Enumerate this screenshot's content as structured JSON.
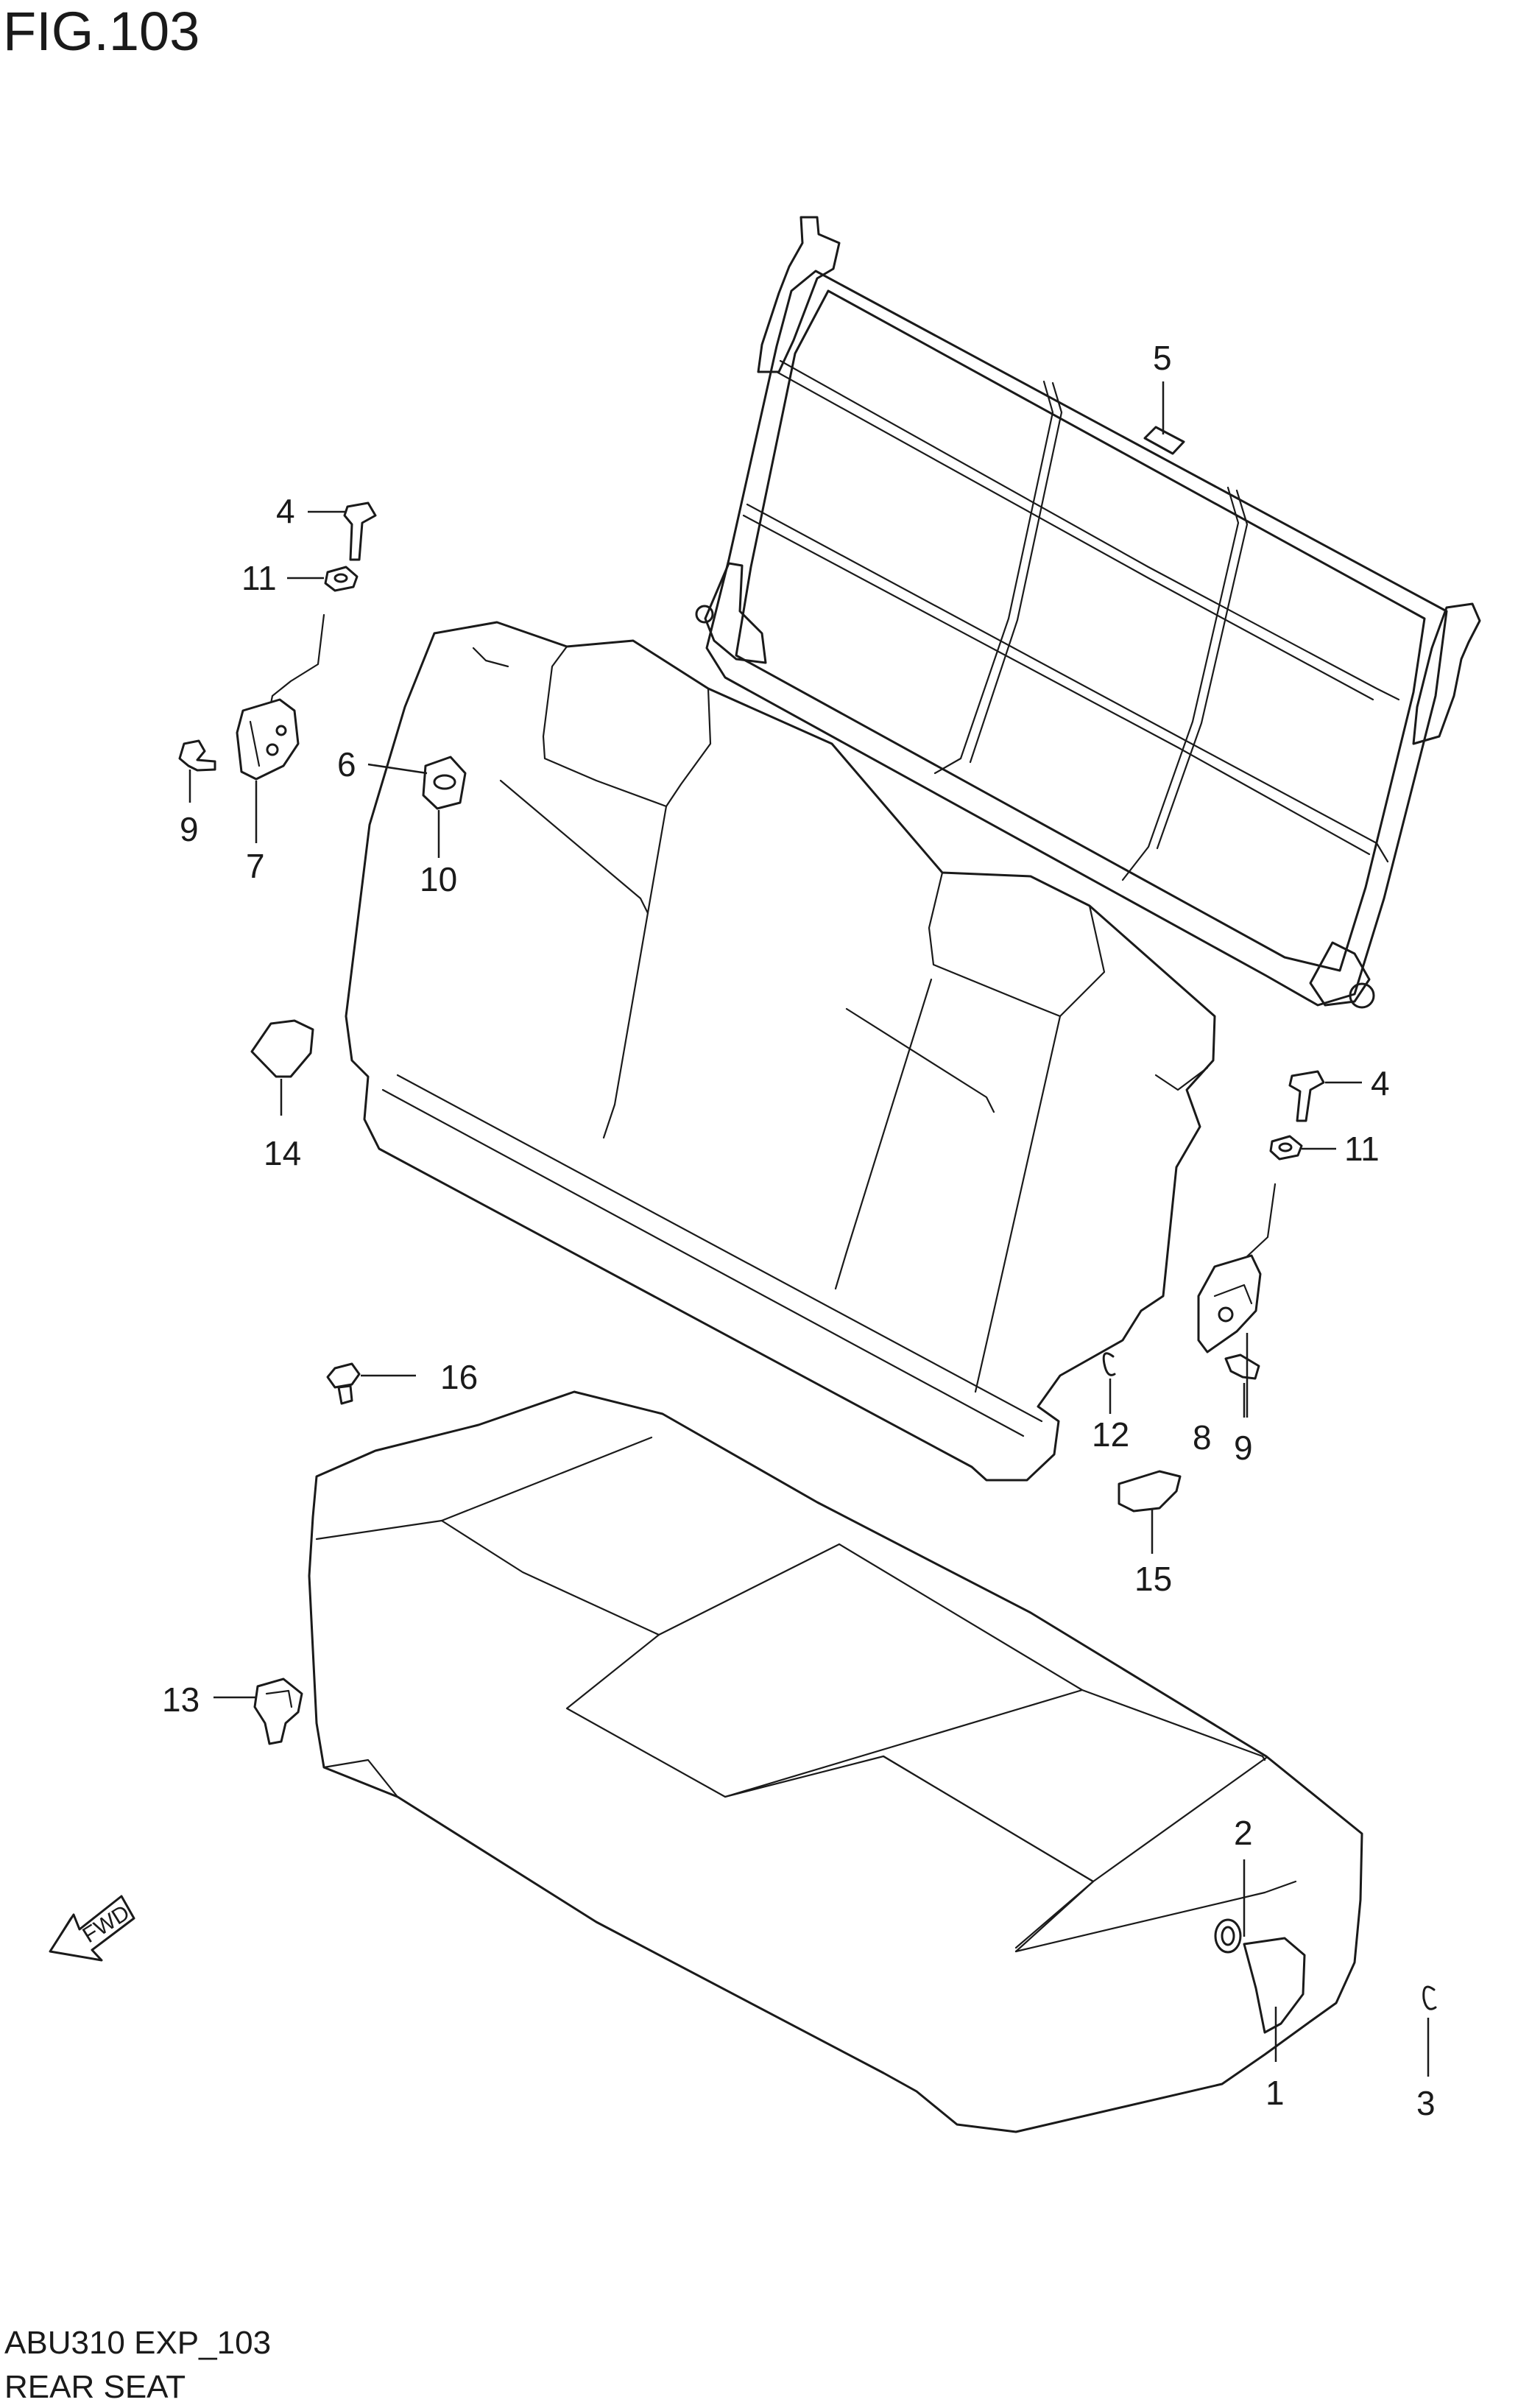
{
  "figure": {
    "title": "FIG.103",
    "model_code": "ABU310 EXP_103",
    "section_name": "REAR SEAT"
  },
  "direction_marker": {
    "label": "FWD",
    "icon": "forward-arrow-icon"
  },
  "callouts": [
    {
      "id": "c-4a",
      "text": "4"
    },
    {
      "id": "c-11a",
      "text": "11"
    },
    {
      "id": "c-9a",
      "text": "9"
    },
    {
      "id": "c-7",
      "text": "7"
    },
    {
      "id": "c-6",
      "text": "6"
    },
    {
      "id": "c-10",
      "text": "10"
    },
    {
      "id": "c-5",
      "text": "5"
    },
    {
      "id": "c-14",
      "text": "14"
    },
    {
      "id": "c-4b",
      "text": "4"
    },
    {
      "id": "c-11b",
      "text": "11"
    },
    {
      "id": "c-16",
      "text": "16"
    },
    {
      "id": "c-12",
      "text": "12"
    },
    {
      "id": "c-8",
      "text": "8"
    },
    {
      "id": "c-9b",
      "text": "9"
    },
    {
      "id": "c-15",
      "text": "15"
    },
    {
      "id": "c-13",
      "text": "13"
    },
    {
      "id": "c-2",
      "text": "2"
    },
    {
      "id": "c-1",
      "text": "1"
    },
    {
      "id": "c-3",
      "text": "3"
    }
  ]
}
